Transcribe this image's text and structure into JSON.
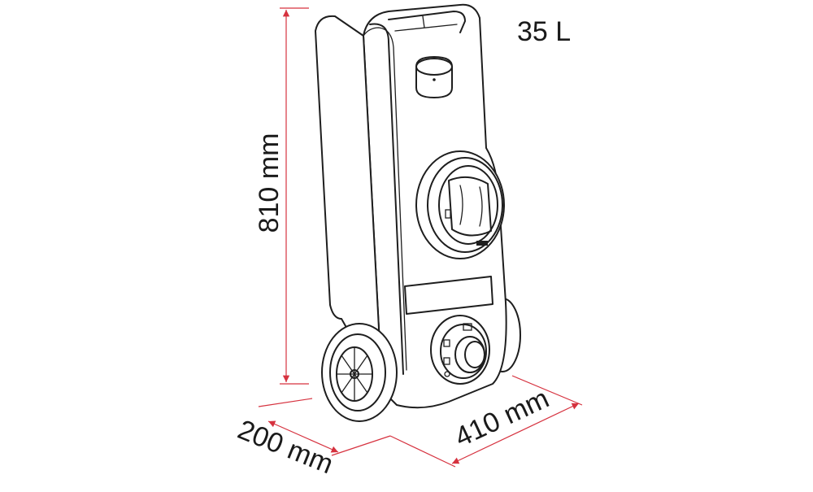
{
  "diagram": {
    "volume": "35 L",
    "height": "810 mm",
    "depth": "200 mm",
    "width": "410 mm"
  },
  "colors": {
    "dimension_line": "#d6323f",
    "outline": "#1e1e1e",
    "background": "#ffffff"
  }
}
